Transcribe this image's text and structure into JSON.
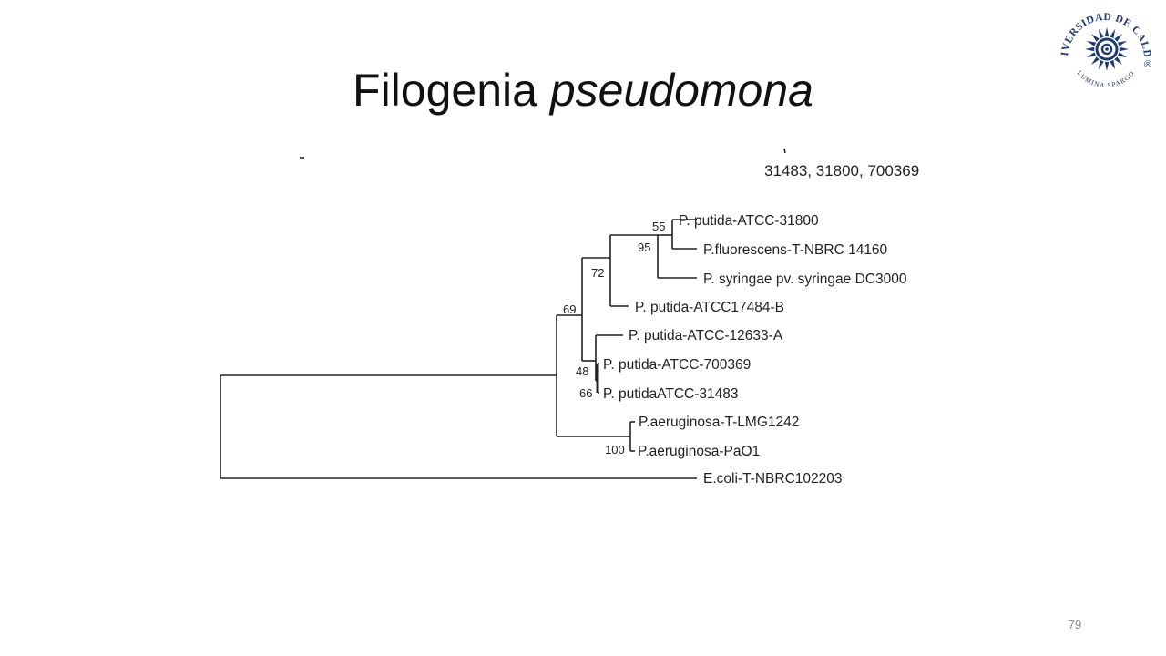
{
  "slide": {
    "title": "Filogenia",
    "title_italic": "pseudomona",
    "page_number": "79"
  },
  "diagram": {
    "header_text": "31483, 31800, 700369",
    "taxa": [
      "P. putida-ATCC-31800",
      "P.fluorescens-T-NBRC 14160",
      "P. syringae pv. syringae DC3000",
      "P. putida-ATCC17484-B",
      "P. putida-ATCC-12633-A",
      "P. putida-ATCC-700369",
      "P. putidaATCC-31483",
      "P.aeruginosa-T-LMG1242",
      "P.aeruginosa-PaO1",
      "E.coli-T-NBRC102203"
    ],
    "bootstrap": [
      "55",
      "95",
      "72",
      "69",
      "48",
      "66",
      "100"
    ]
  },
  "logo": {
    "text_top": "UNIVERSIDAD DE CALDAS",
    "text_bottom": "LUMINA SPARGO",
    "mark": "®",
    "color": "#1f3b70"
  }
}
